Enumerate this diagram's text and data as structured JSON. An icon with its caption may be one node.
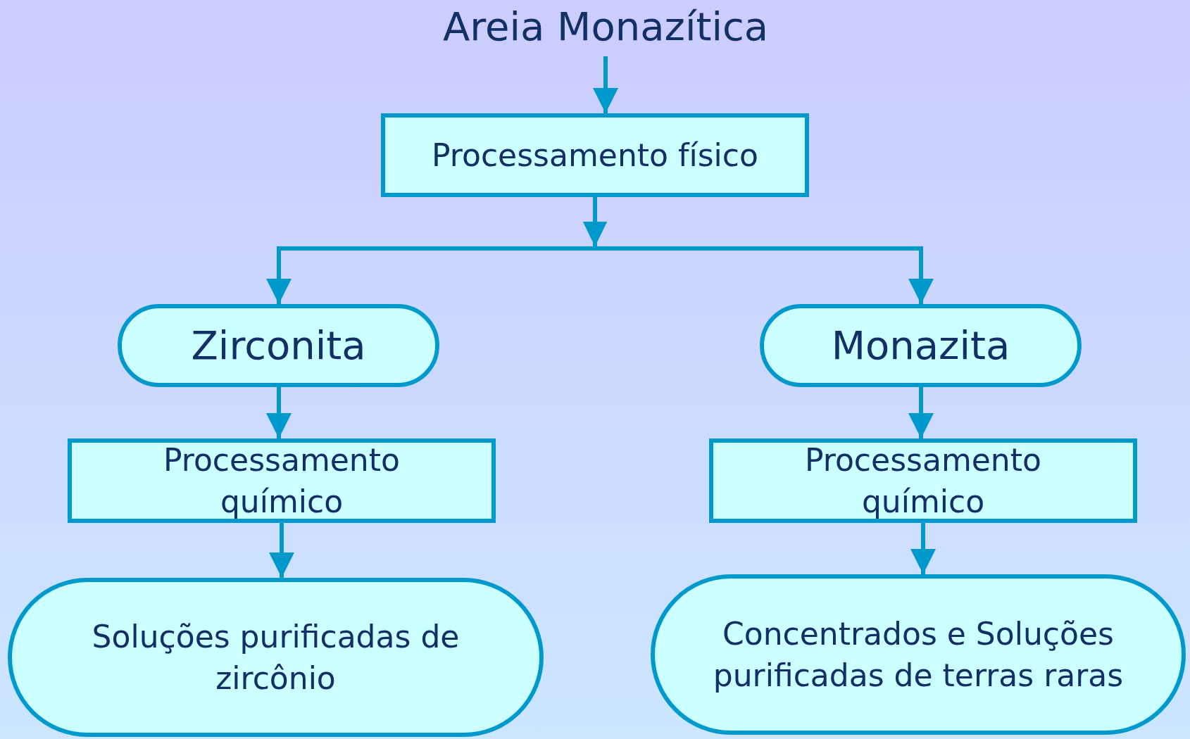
{
  "diagram": {
    "nodes": [
      {
        "text": [
          "Areia Monazítica"
        ]
      },
      {
        "text": [
          "Processamento físico"
        ]
      },
      {
        "text": [
          "Zirconita"
        ]
      },
      {
        "text": [
          "Monazita"
        ]
      },
      {
        "text": [
          "Processamento químico"
        ]
      },
      {
        "text": [
          "Processamento químico"
        ]
      },
      {
        "text": [
          "Soluções purificadas de zircônio"
        ]
      },
      {
        "text": [
          "Concentrados e Soluções purificadas de terras raras"
        ]
      }
    ],
    "edges": [
      {
        "from": 0,
        "to": 1,
        "arrow": "to"
      },
      {
        "from": 1,
        "to": 2,
        "arrow": "to"
      },
      {
        "from": 1,
        "to": 3,
        "arrow": "to"
      },
      {
        "from": 2,
        "to": 4,
        "arrow": "to"
      },
      {
        "from": 3,
        "to": 5,
        "arrow": "to"
      },
      {
        "from": 4,
        "to": 6,
        "arrow": "to"
      },
      {
        "from": 5,
        "to": 7,
        "arrow": "to"
      }
    ]
  }
}
